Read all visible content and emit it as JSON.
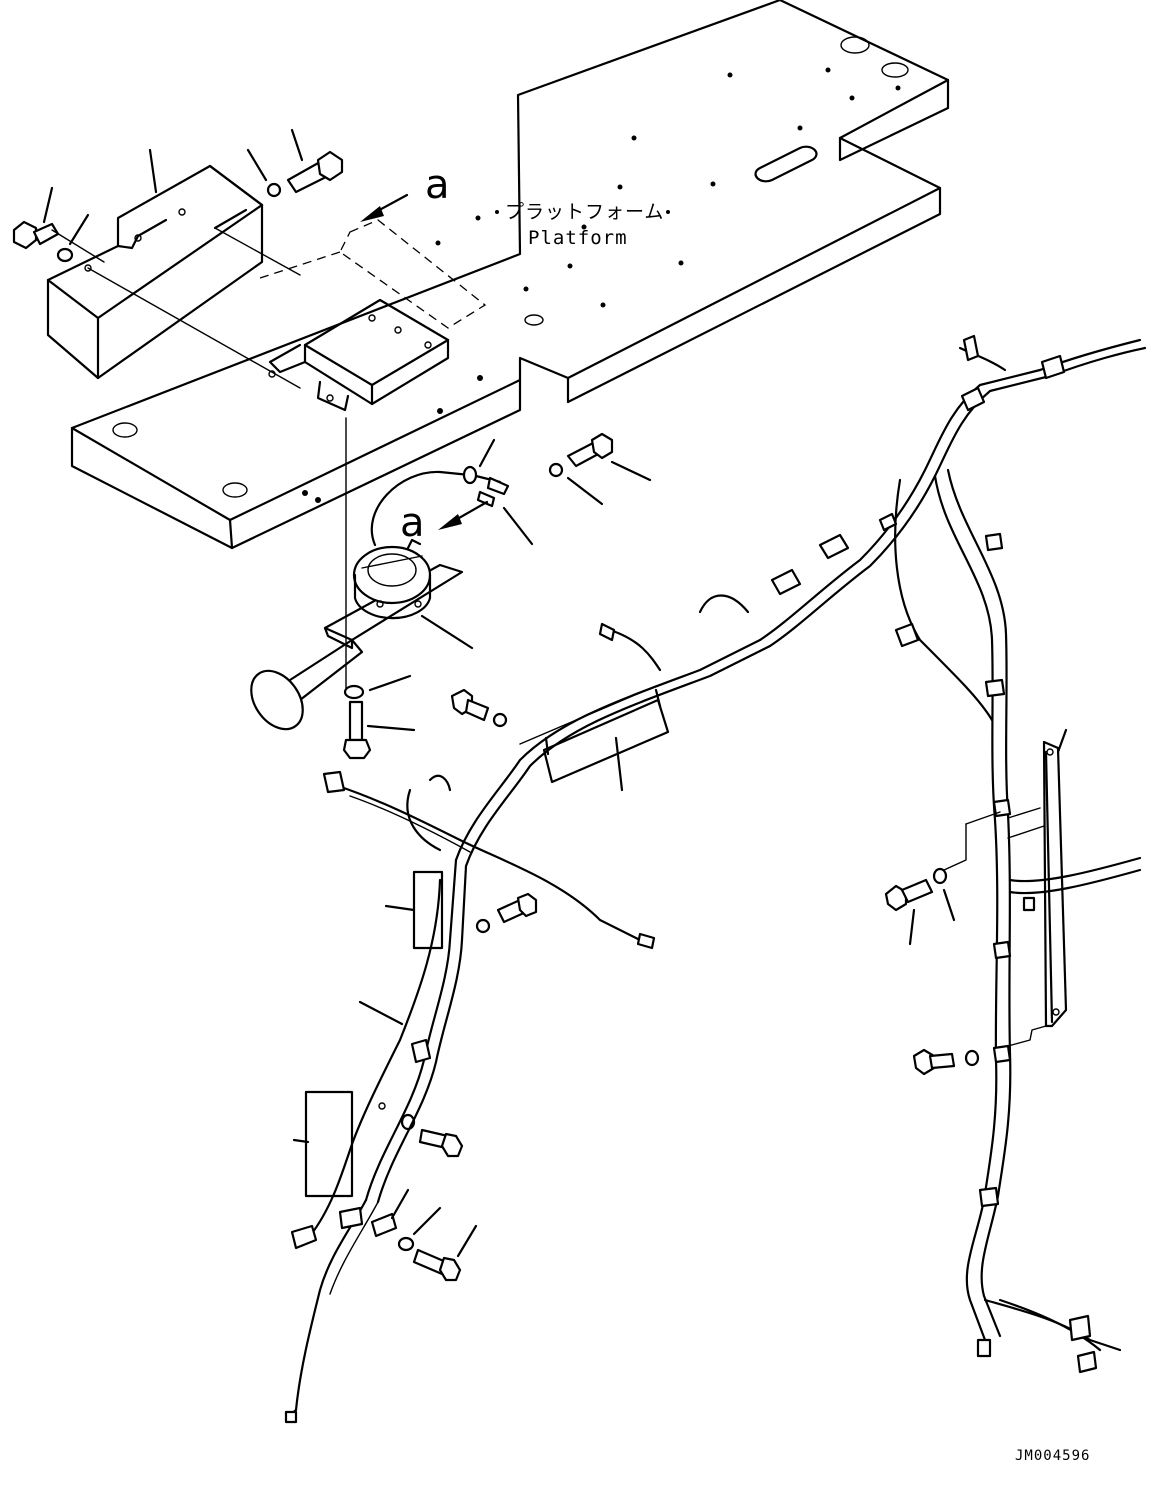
{
  "platform_label_jp": "プラットフォーム",
  "platform_label_en": "Platform",
  "view_marker_1": "a",
  "view_marker_2": "a",
  "drawing_code": "JM004596"
}
